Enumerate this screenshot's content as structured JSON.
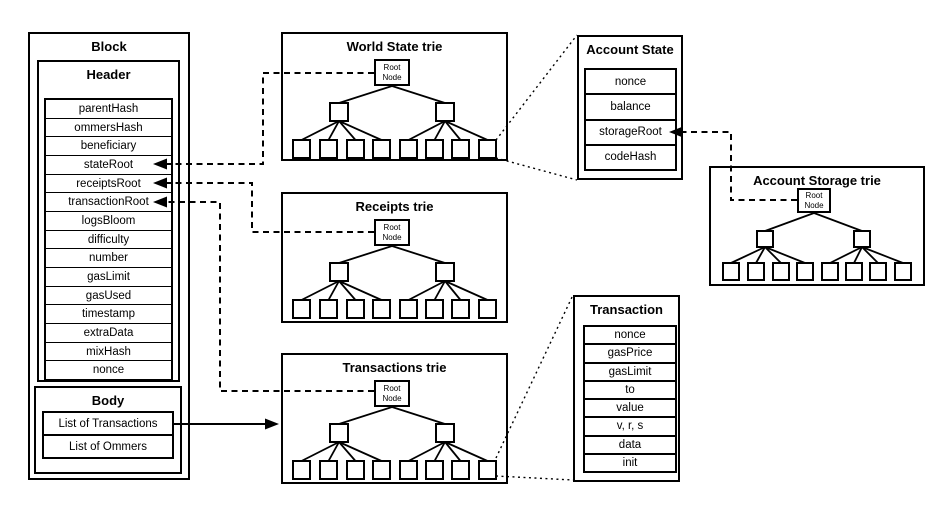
{
  "block": {
    "title": "Block",
    "header": {
      "title": "Header",
      "fields": [
        "parentHash",
        "ommersHash",
        "beneficiary",
        "stateRoot",
        "receiptsRoot",
        "transactionRoot",
        "logsBloom",
        "difficulty",
        "number",
        "gasLimit",
        "gasUsed",
        "timestamp",
        "extraData",
        "mixHash",
        "nonce"
      ]
    },
    "body": {
      "title": "Body",
      "items": [
        "List of Transactions",
        "List of Ommers"
      ]
    }
  },
  "tries": {
    "world_state": {
      "title": "World State trie",
      "root_label": "Root Node"
    },
    "receipts": {
      "title": "Receipts trie",
      "root_label": "Root Node"
    },
    "transactions": {
      "title": "Transactions trie",
      "root_label": "Root Node"
    },
    "account_storage": {
      "title": "Account Storage trie",
      "root_label": "Root Node"
    }
  },
  "account_state": {
    "title": "Account State",
    "fields": [
      "nonce",
      "balance",
      "storageRoot",
      "codeHash"
    ]
  },
  "transaction": {
    "title": "Transaction",
    "fields": [
      "nonce",
      "gasPrice",
      "gasLimit",
      "to",
      "value",
      "v, r, s",
      "data",
      "init"
    ]
  },
  "colors": {
    "line": "#000000",
    "background": "#ffffff"
  }
}
